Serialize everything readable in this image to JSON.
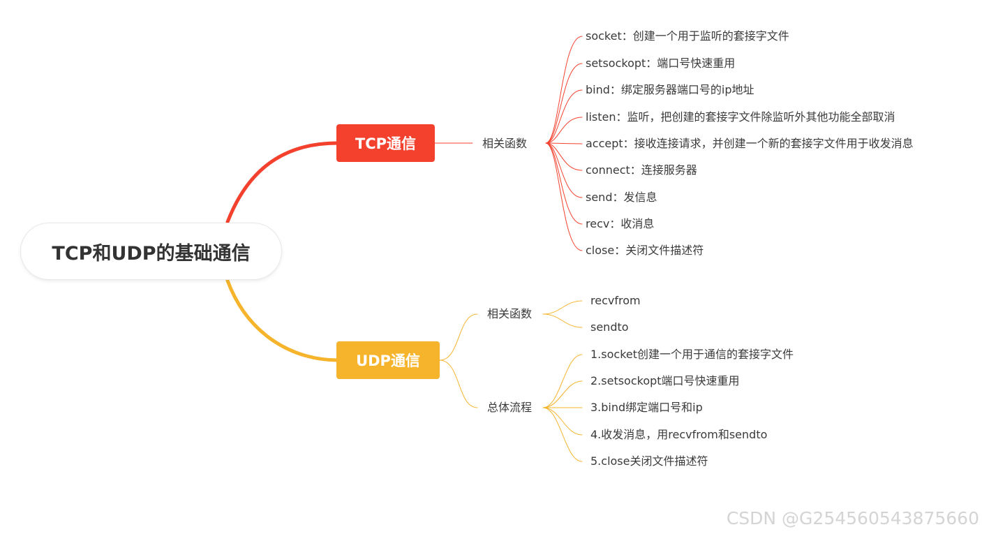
{
  "colors": {
    "tcp": "#f4412e",
    "udp": "#f5b42c",
    "root_border": "#e8e8e8"
  },
  "root": {
    "title": "TCP和UDP的基础通信"
  },
  "tcp": {
    "label": "TCP通信",
    "groups": [
      {
        "label": "相关函数",
        "items": [
          "socket：创建一个用于监听的套接字文件",
          "setsockopt：端口号快速重用",
          "bind：绑定服务器端口号的ip地址",
          "listen：监听，把创建的套接字文件除监听外其他功能全部取消",
          "accept：接收连接请求，并创建一个新的套接字文件用于收发消息",
          "connect：连接服务器",
          "send：发信息",
          "recv：收消息",
          "close：关闭文件描述符"
        ]
      }
    ]
  },
  "udp": {
    "label": "UDP通信",
    "groups": [
      {
        "label": "相关函数",
        "items": [
          "recvfrom",
          "sendto"
        ]
      },
      {
        "label": "总体流程",
        "items": [
          "1.socket创建一个用于通信的套接字文件",
          "2.setsockopt端口号快速重用",
          "3.bind绑定端口号和ip",
          "4.收发消息，用recvfrom和sendto",
          "5.close关闭文件描述符"
        ]
      }
    ]
  },
  "watermark": "CSDN @G2545605438756​60"
}
